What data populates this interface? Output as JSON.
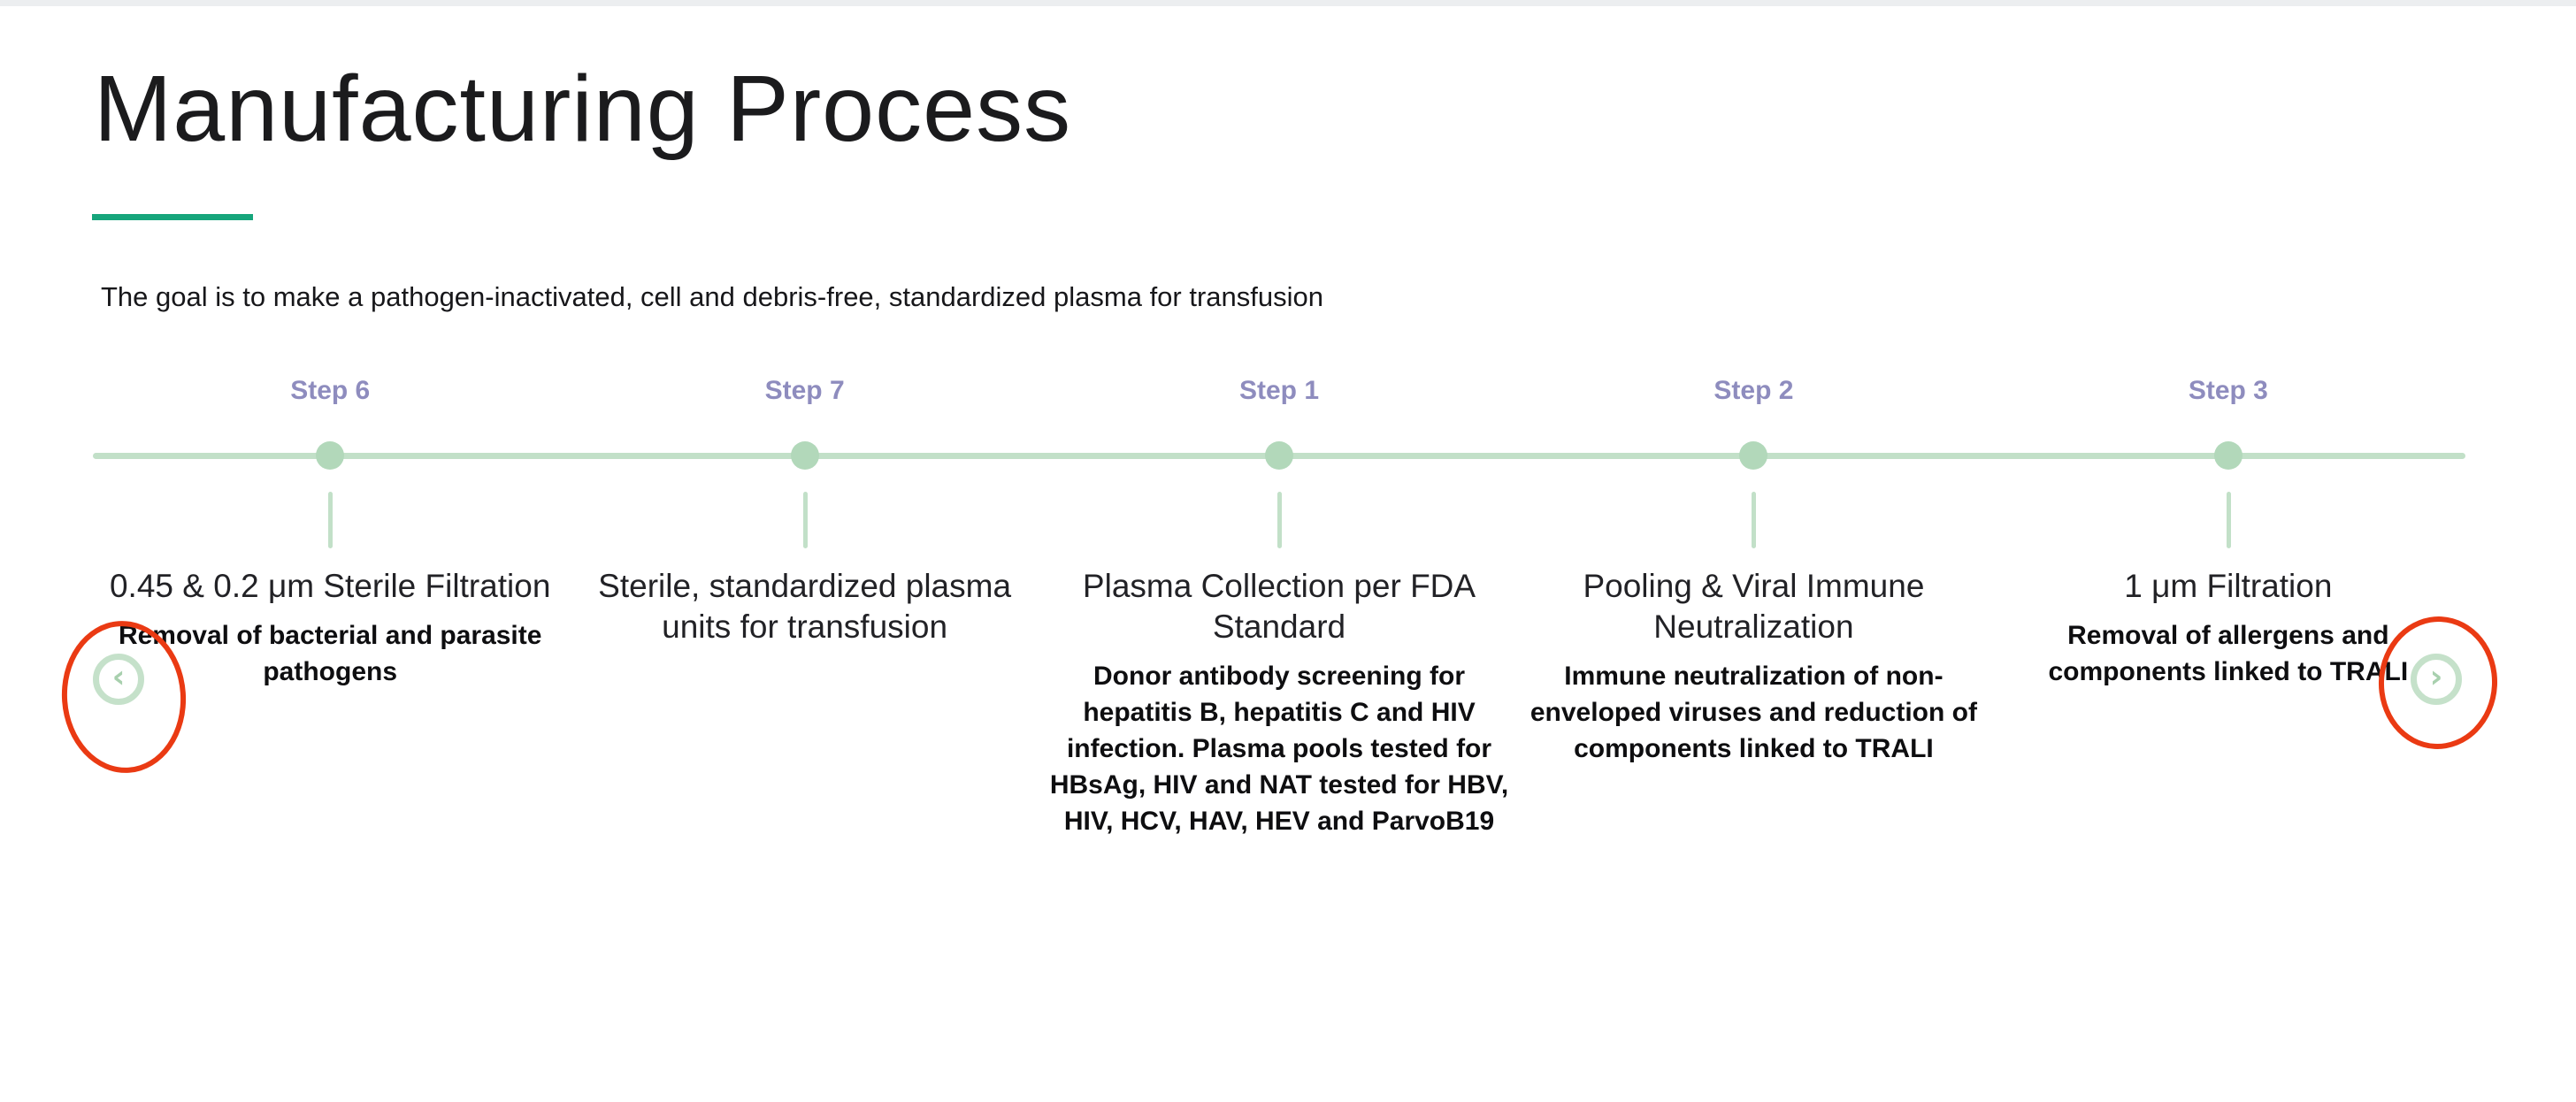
{
  "page": {
    "title": "Manufacturing Process",
    "subtitle": "The goal is to make a pathogen-inactivated, cell and debris-free, standardized plasma for transfusion"
  },
  "timeline": {
    "steps": [
      {
        "label": "Step 6",
        "title": "0.45 & 0.2 μm Sterile Filtration",
        "description": "Removal of bacterial and parasite pathogens"
      },
      {
        "label": "Step 7",
        "title": "Sterile, standardized plasma units for transfusion",
        "description": ""
      },
      {
        "label": "Step 1",
        "title": "Plasma Collection per FDA Standard",
        "description": "Donor antibody screening for hepatitis B, hepatitis C and HIV infection. Plasma pools tested for HBsAg, HIV and NAT tested for HBV, HIV, HCV, HAV, HEV and ParvoB19"
      },
      {
        "label": "Step 2",
        "title": "Pooling & Viral Immune Neutralization",
        "description": "Immune neutralization of non-enveloped viruses and reduction of components linked to TRALI"
      },
      {
        "label": "Step 3",
        "title": "1 μm Filtration",
        "description": "Removal of allergens and components linked to TRALI"
      }
    ],
    "nav": {
      "prev_icon": "‹",
      "next_icon": "›"
    }
  },
  "colors": {
    "accent_teal": "#16a57b",
    "step_label_purple": "#8e8cbe",
    "timeline_green": "#c2e0c8",
    "dot_green": "#b2d8ba",
    "annotation_red": "#ea3a13"
  }
}
